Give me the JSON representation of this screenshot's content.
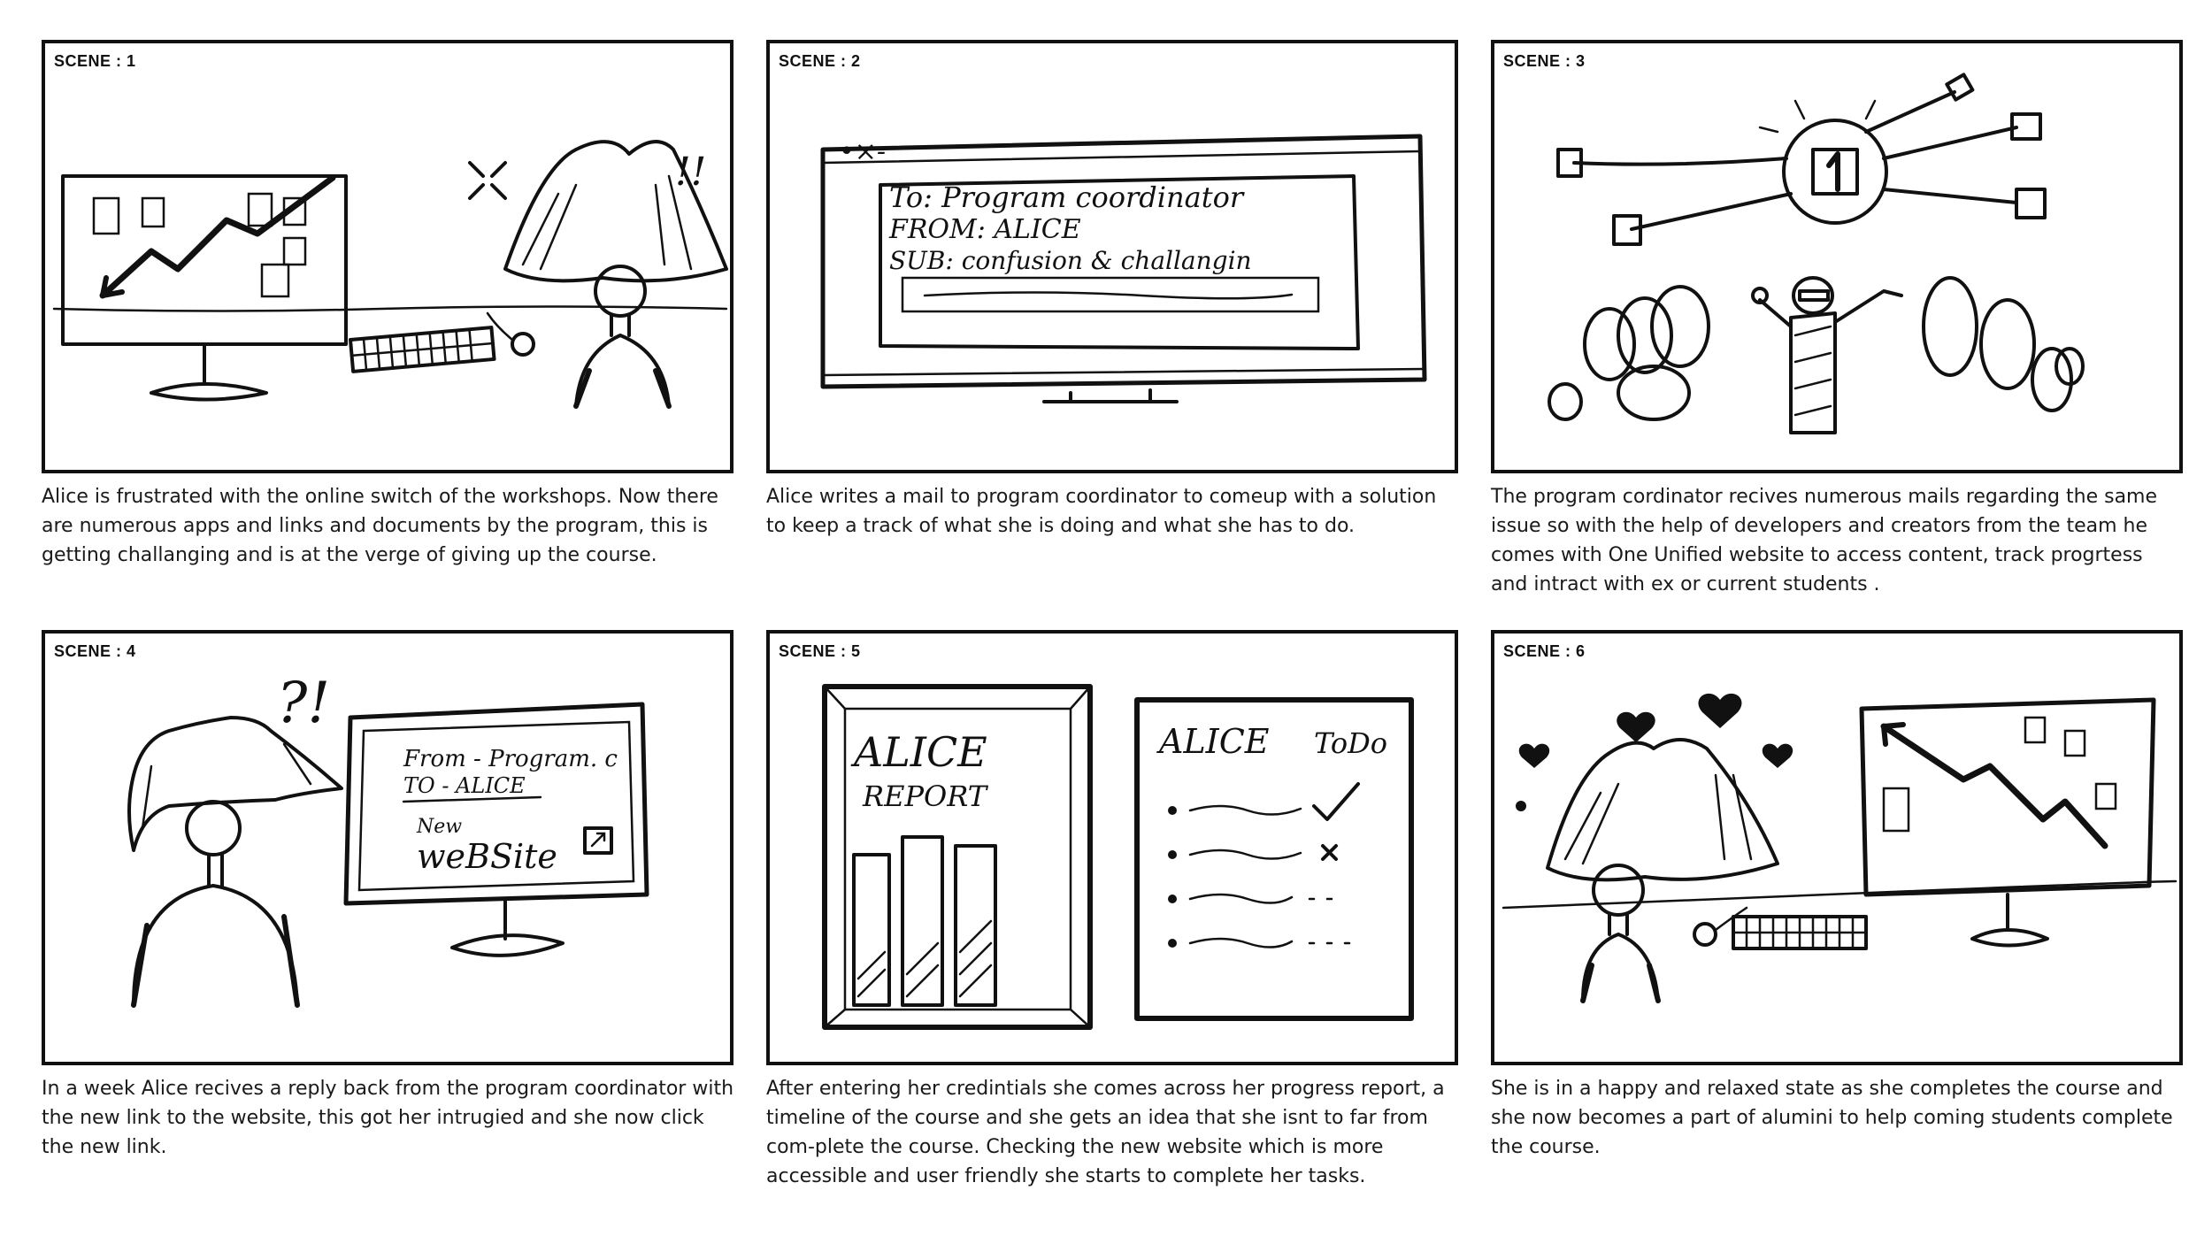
{
  "scenes": [
    {
      "label": "SCENE : 1",
      "caption": "Alice is frustrated with the online switch of the workshops. Now there are numerous apps and links and documents by the program, this is getting challanging and is at the verge of giving up the course.",
      "sketch_text": {
        "mark": "!!"
      }
    },
    {
      "label": "SCENE : 2",
      "caption": "Alice writes a mail to program coordinator to comeup with a solution to keep a track of what she is doing and what she has to do.",
      "sketch_text": {
        "window_controls": "•×-",
        "to": "To: Program coordinator",
        "from": "FROM: ALICE",
        "sub": "SUB: confusion & challangin"
      }
    },
    {
      "label": "SCENE : 3",
      "caption": "The program cordinator recives numerous mails regarding the same issue so with the help of developers and creators from the team he comes with One Unified website to access content, track progrtess and intract with ex or current students .",
      "sketch_text": {}
    },
    {
      "label": "SCENE : 4",
      "caption": "In a week Alice recives a reply back from the program coordinator with the new link to the website, this got her intrugied and she now click the new link.",
      "sketch_text": {
        "mark": "?!",
        "from": "From - Program. c",
        "to": "TO - ALICE",
        "new": "New",
        "website": "weBSite"
      }
    },
    {
      "label": "SCENE : 5",
      "caption": "After entering her credintials she comes across her progress report, a timeline of the course and she gets an idea that she isnt to far from com-plete the course. Checking the new website which is more accessible and user friendly she starts to complete her tasks.",
      "sketch_text": {
        "report_name": "ALICE",
        "report_title": "REPORT",
        "todo_name": "ALICE",
        "todo_title": "ToDo"
      }
    },
    {
      "label": "SCENE : 6",
      "caption": "She is in a happy and relaxed state as she completes the course and she now becomes a part of alumini to help coming students complete the course.",
      "sketch_text": {}
    }
  ]
}
